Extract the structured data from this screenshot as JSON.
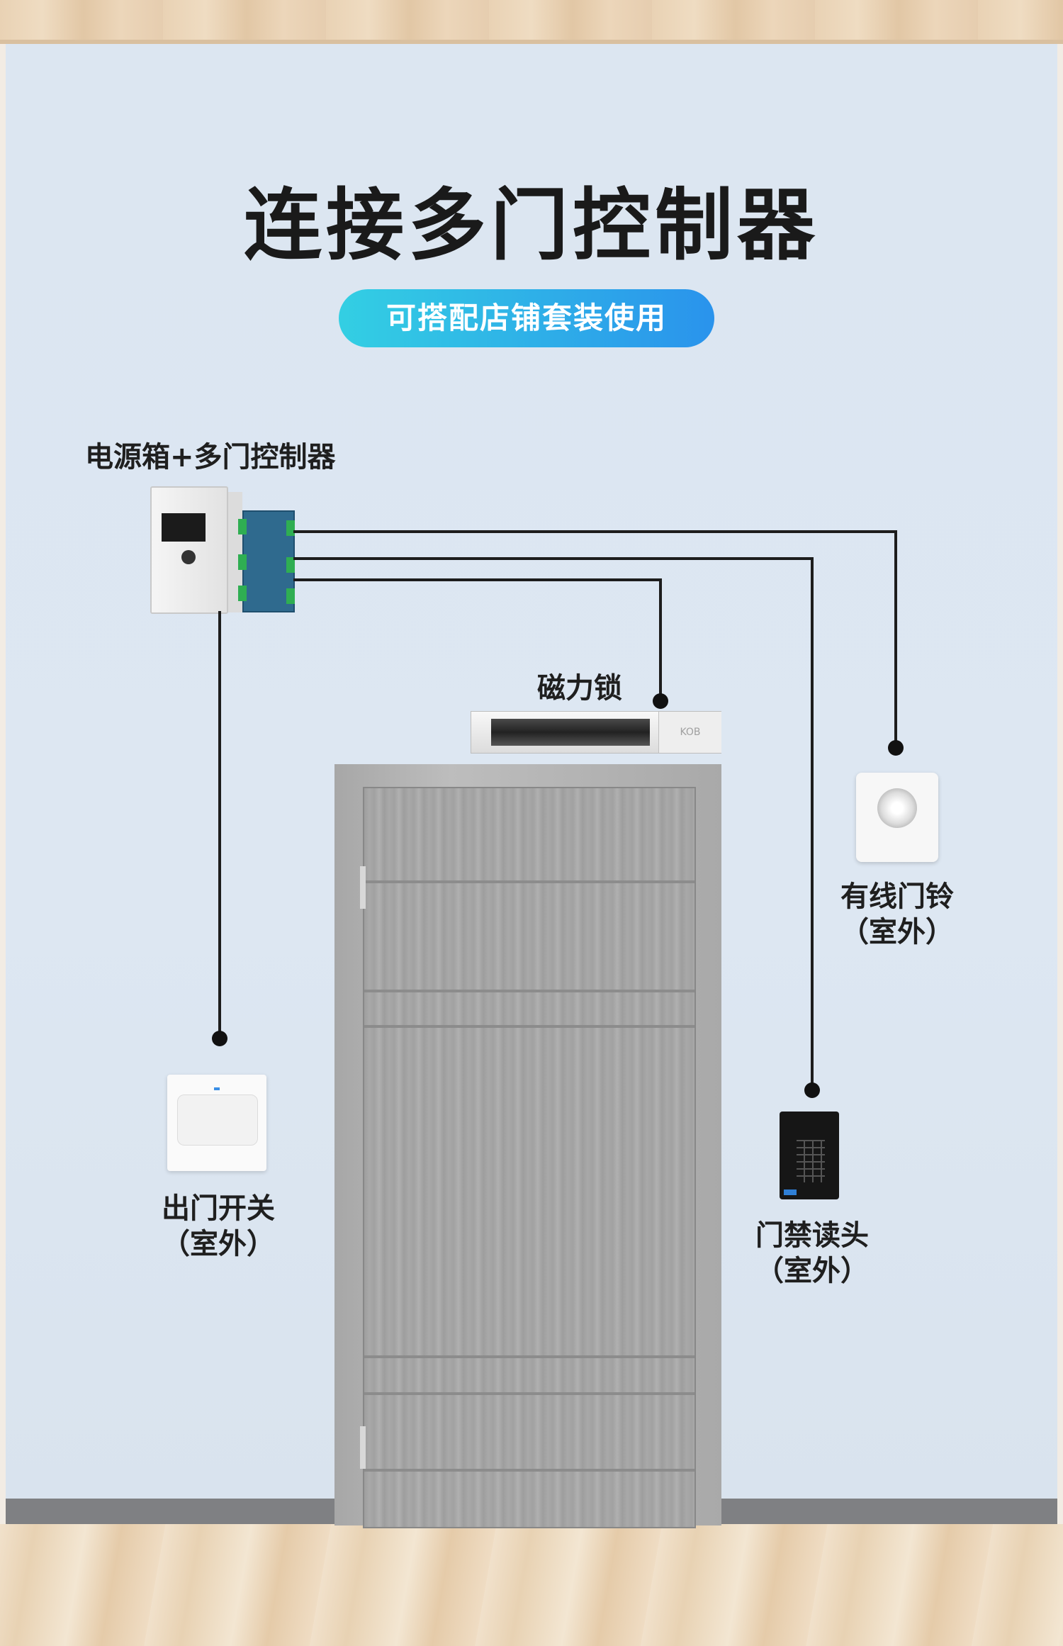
{
  "title": "连接多门控制器",
  "subtitle": "可搭配店铺套装使用",
  "devices": {
    "controller": {
      "label": "电源箱+多门控制器"
    },
    "maglock": {
      "label": "磁力锁",
      "brand": "KOB"
    },
    "doorbell": {
      "label_line1": "有线门铃",
      "label_line2": "（室外）"
    },
    "reader": {
      "label_line1": "门禁读头",
      "label_line2": "（室外）"
    },
    "exit_switch": {
      "label_line1": "出门开关",
      "label_line2": "（室外）"
    }
  },
  "colors": {
    "accent_start": "#33cfe3",
    "accent_end": "#2a93ec",
    "wire": "#1d1d1d"
  }
}
